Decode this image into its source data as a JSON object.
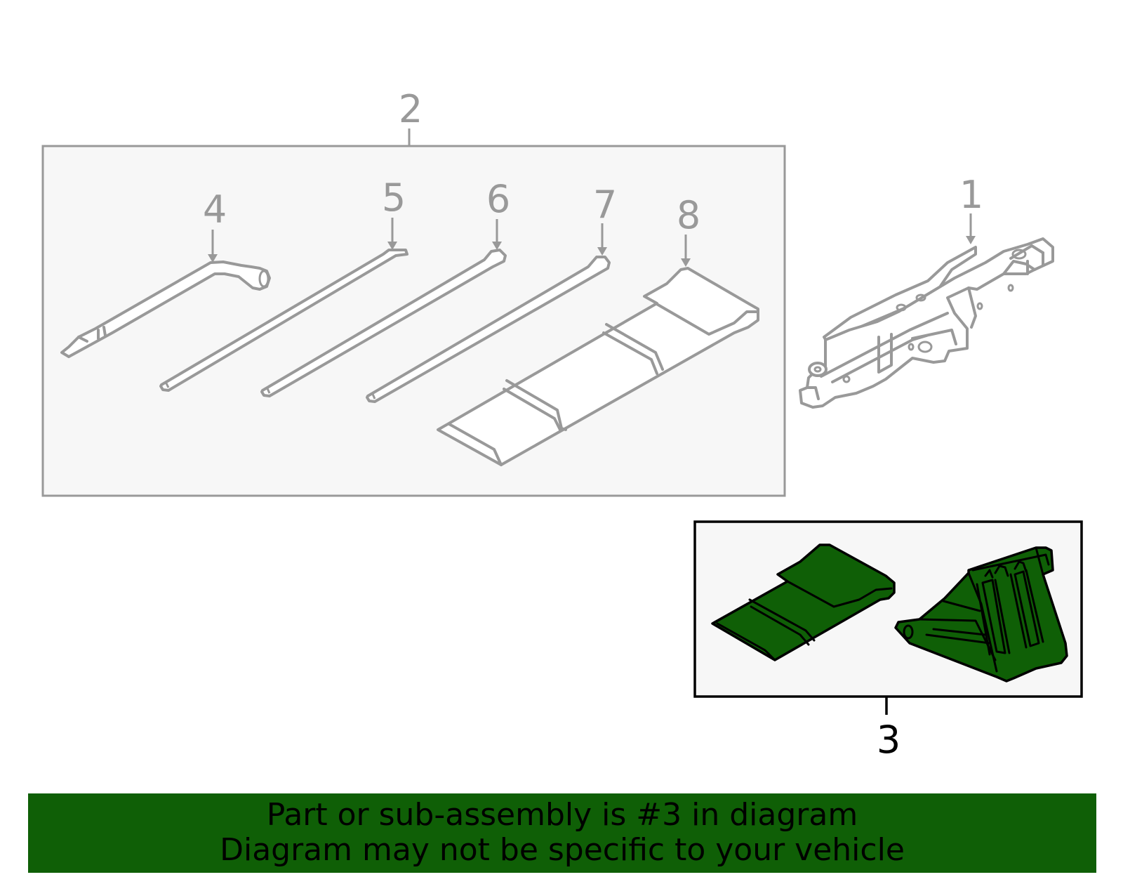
{
  "callouts": {
    "c1": "1",
    "c2": "2",
    "c3": "3",
    "c4": "4",
    "c5": "5",
    "c6": "6",
    "c7": "7",
    "c8": "8"
  },
  "banner": {
    "line1": "Part or sub-assembly is #3 in diagram",
    "line2": "Diagram may not be specific to your vehicle"
  },
  "colors": {
    "highlight": "#0f5f06",
    "part_outline": "#999999",
    "box_fill": "#f7f7f7"
  },
  "parts": [
    {
      "callout": "1",
      "shape": "scissor-jack"
    },
    {
      "callout": "2",
      "shape": "tool-kit-box"
    },
    {
      "callout": "3",
      "shape": "wheel-chock-and-pouch",
      "highlighted": true
    },
    {
      "callout": "4",
      "shape": "lug-wrench"
    },
    {
      "callout": "5",
      "shape": "extension-bar"
    },
    {
      "callout": "6",
      "shape": "extension-bar"
    },
    {
      "callout": "7",
      "shape": "extension-bar"
    },
    {
      "callout": "8",
      "shape": "tool-pouch"
    }
  ]
}
